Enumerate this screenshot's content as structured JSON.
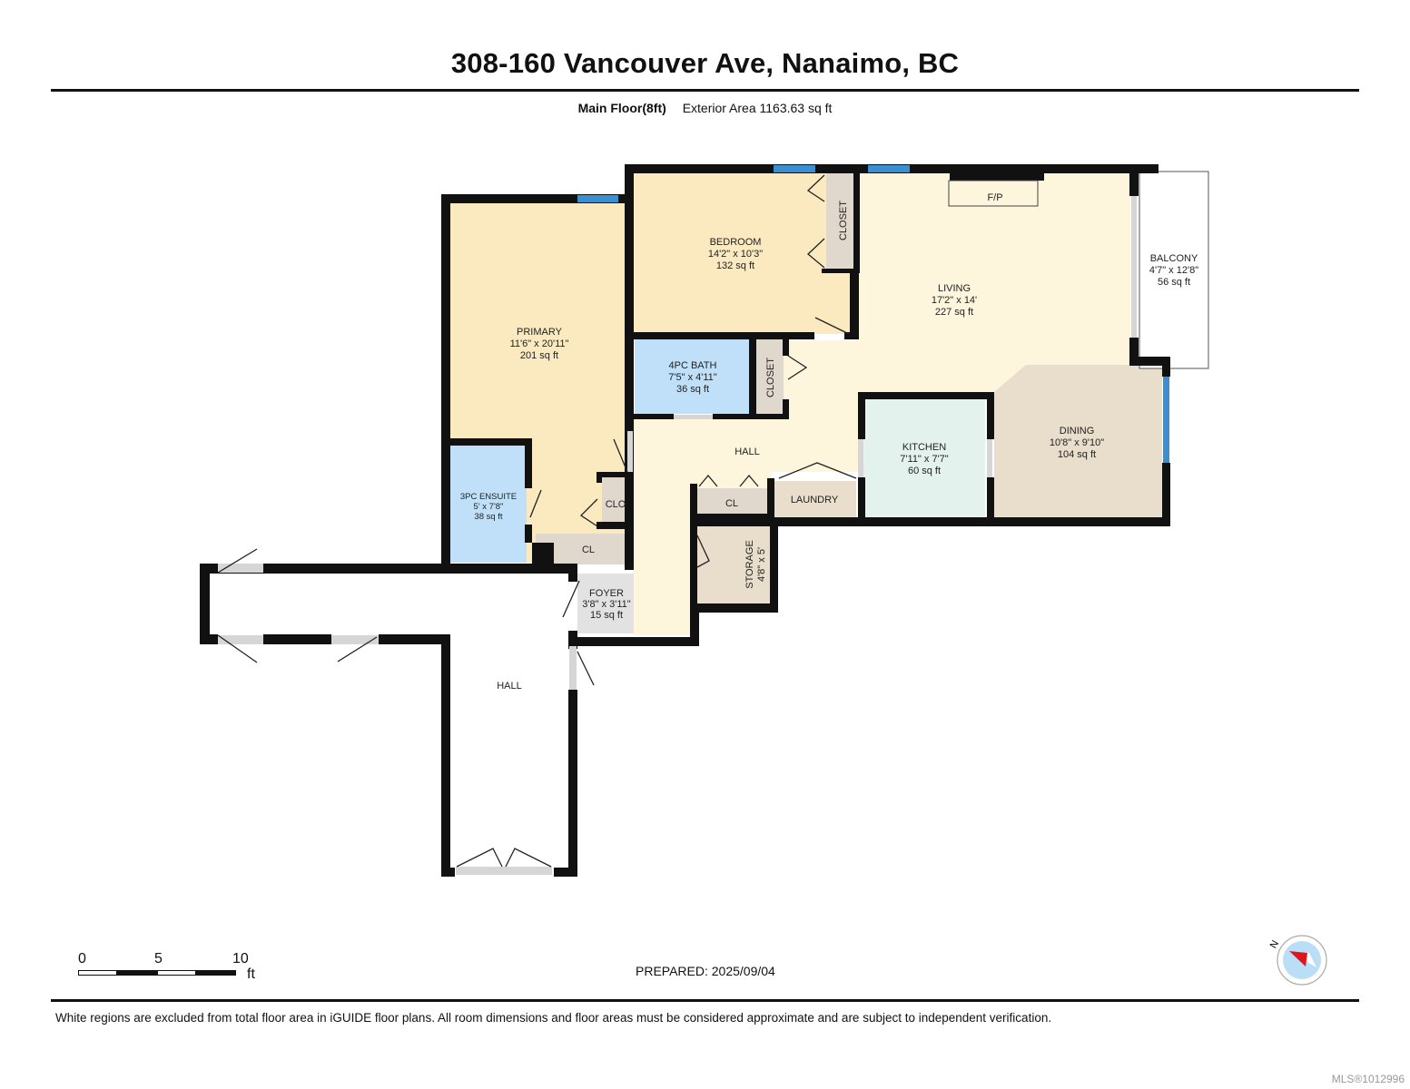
{
  "header": {
    "title": "308-160 Vancouver Ave, Nanaimo, BC",
    "floor_label": "Main Floor(8ft)",
    "exterior_area": "Exterior Area 1163.63 sq ft"
  },
  "rooms": {
    "primary": {
      "name": "PRIMARY",
      "dims": "11'6\" x 20'11\"",
      "area": "201 sq ft",
      "color": "#fbeac0"
    },
    "bedroom": {
      "name": "BEDROOM",
      "dims": "14'2\" x 10'3\"",
      "area": "132 sq ft",
      "color": "#fbeac0"
    },
    "living": {
      "name": "LIVING",
      "dims": "17'2\" x 14'",
      "area": "227 sq ft",
      "color": "#fdf5dc"
    },
    "balcony": {
      "name": "BALCONY",
      "dims": "4'7\" x 12'8\"",
      "area": "56 sq ft",
      "color": "#ffffff"
    },
    "bath4pc": {
      "name": "4PC BATH",
      "dims": "7'5\" x 4'11\"",
      "area": "36 sq ft",
      "color": "#bfe0f8"
    },
    "ensuite3pc": {
      "name": "3PC ENSUITE",
      "dims": "5' x 7'8\"",
      "area": "38 sq ft",
      "color": "#bfe0f8"
    },
    "kitchen": {
      "name": "KITCHEN",
      "dims": "7'11\" x 7'7\"",
      "area": "60 sq ft",
      "color": "#e3f2ec"
    },
    "dining": {
      "name": "DINING",
      "dims": "10'8\" x 9'10\"",
      "area": "104 sq ft",
      "color": "#e9ddcc"
    },
    "hall": {
      "name": "HALL",
      "color": "#fdf5dc"
    },
    "foyer": {
      "name": "FOYER",
      "dims": "3'8\" x 3'11\"",
      "area": "15 sq ft",
      "color": "#e2e2e2"
    },
    "storage": {
      "name": "STORAGE",
      "dims": "4'8\" x 5'",
      "color": "#e9ddcc"
    },
    "laundry": {
      "name": "LAUNDRY",
      "color": "#e9ddcc"
    },
    "closet_bedroom": {
      "name": "CLOSET",
      "color": "#e0d8cc"
    },
    "closet_bath": {
      "name": "CLOSET",
      "color": "#e0d8cc"
    },
    "clo": {
      "name": "CLO",
      "color": "#e0d8cc"
    },
    "cl_primary": {
      "name": "CL",
      "color": "#e0d8cc"
    },
    "cl_hall": {
      "name": "CL",
      "color": "#e0d8cc"
    },
    "fireplace": {
      "name": "F/P"
    },
    "outer_hall": {
      "name": "HALL",
      "color": "#ffffff"
    }
  },
  "scale_bar": {
    "ticks": [
      "0",
      "5",
      "10"
    ],
    "unit": "ft"
  },
  "footer": {
    "prepared": "PREPARED: 2025/09/04",
    "disclaimer": "White regions are excluded from total floor area in iGUIDE floor plans. All room dimensions and floor areas must be considered approximate and are subject to independent verification.",
    "mls": "MLS®1012996"
  },
  "compass": {
    "label": "N",
    "needle_color": "#e0141c",
    "dial_color": "#b9def5"
  },
  "colors": {
    "wall": "#111111",
    "window": "#3a8fd0",
    "door_gap": "#d6d6d6"
  }
}
